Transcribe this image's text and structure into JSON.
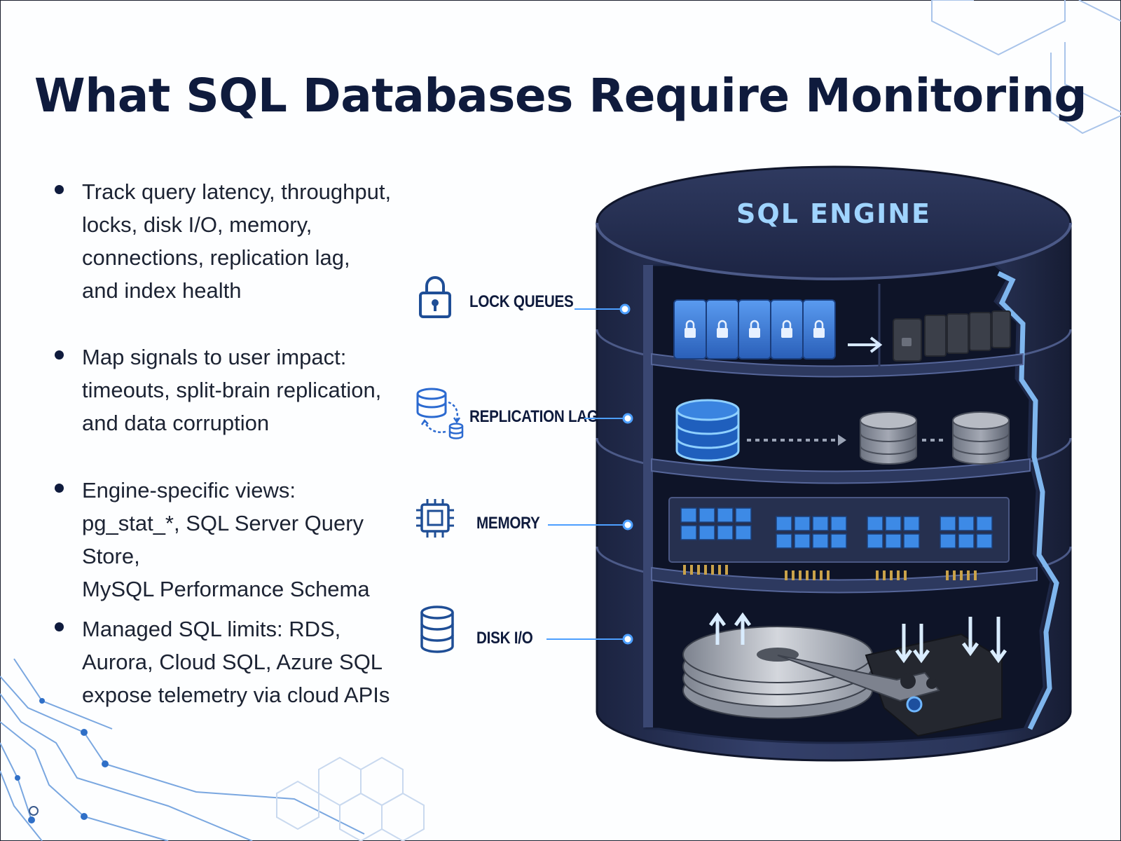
{
  "title": "What SQL Databases Require Monitoring",
  "bullets": [
    "Track query latency, throughput,\nlocks, disk I/O, memory,\nconnections, replication lag,\nand index health",
    "Map signals to user impact:\ntimeouts, split-brain replication,\nand data corruption",
    "Engine-specific views:\npg_stat_*, SQL Server Query Store,\nMySQL Performance Schema",
    "Managed SQL limits: RDS,\nAurora, Cloud SQL, Azure SQL\nexpose telemetry via cloud APIs"
  ],
  "engine": {
    "label": "SQL ENGINE"
  },
  "callouts": [
    {
      "label": "LOCK QUEUES",
      "icon": "lock-icon"
    },
    {
      "label": "REPLICATION LAG",
      "icon": "replication-icon"
    },
    {
      "label": "MEMORY",
      "icon": "chip-icon"
    },
    {
      "label": "DISK I/O",
      "icon": "database-icon"
    }
  ],
  "colors": {
    "navy": "#0f1b3d",
    "cylinder": "#2b3658",
    "accent": "#4d9fff",
    "glow": "#9fd4ff"
  }
}
